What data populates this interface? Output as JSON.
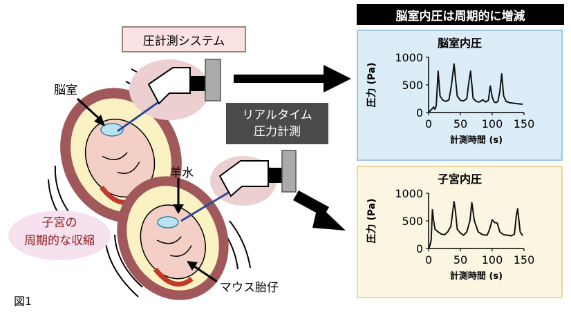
{
  "title": "脳室内圧は周期的に増減",
  "system_label": "圧計測システム",
  "realtime_label": [
    "リアルタイム",
    "圧力計測"
  ],
  "labels": {
    "ventricle": "脳室",
    "amniotic": "羊水",
    "uterus_contraction": [
      "子宮の",
      "周期的な収縮"
    ],
    "fetus": "マウス胎仔",
    "figure": "図1"
  },
  "chart_data": [
    {
      "type": "line",
      "title": "脳室内圧",
      "xlabel": "計測時間 (s)",
      "ylabel": "圧力 (Pa)",
      "xlim": [
        0,
        150
      ],
      "ylim": [
        0,
        1000
      ],
      "xticks": [
        "0",
        "50",
        "100",
        "150"
      ],
      "yticks": [
        "0",
        "500",
        "1000"
      ],
      "series": [
        {
          "x": [
            0,
            5,
            8,
            10,
            12,
            15,
            18,
            22,
            27,
            32,
            36,
            40,
            45,
            50,
            55,
            60,
            63,
            66,
            70,
            75,
            80,
            85,
            90,
            94,
            97,
            100,
            103,
            106,
            109,
            112,
            115,
            118,
            122,
            127,
            132,
            140,
            148
          ],
          "y": [
            0,
            60,
            100,
            60,
            120,
            750,
            300,
            230,
            200,
            230,
            500,
            880,
            300,
            220,
            210,
            250,
            520,
            750,
            260,
            200,
            190,
            230,
            190,
            220,
            480,
            280,
            190,
            180,
            200,
            380,
            700,
            300,
            200,
            180,
            170,
            160,
            150
          ]
        }
      ]
    },
    {
      "type": "line",
      "title": "子宮内圧",
      "xlabel": "計測時間 (s)",
      "ylabel": "圧力 (Pa)",
      "xlim": [
        0,
        150
      ],
      "ylim": [
        0,
        1000
      ],
      "xticks": [
        "0",
        "50",
        "100",
        "150"
      ],
      "yticks": [
        "0",
        "500",
        "1000"
      ],
      "series": [
        {
          "x": [
            0,
            2,
            4,
            6,
            8,
            10,
            15,
            20,
            25,
            30,
            35,
            40,
            42,
            45,
            50,
            55,
            60,
            65,
            68,
            72,
            78,
            85,
            92,
            96,
            100,
            104,
            108,
            112,
            118,
            124,
            130,
            135,
            138,
            140,
            144,
            148
          ],
          "y": [
            0,
            50,
            150,
            700,
            500,
            350,
            300,
            260,
            250,
            300,
            400,
            850,
            700,
            350,
            280,
            240,
            300,
            500,
            830,
            500,
            300,
            250,
            240,
            350,
            520,
            470,
            460,
            300,
            250,
            240,
            230,
            260,
            600,
            720,
            300,
            230
          ]
        }
      ]
    }
  ]
}
